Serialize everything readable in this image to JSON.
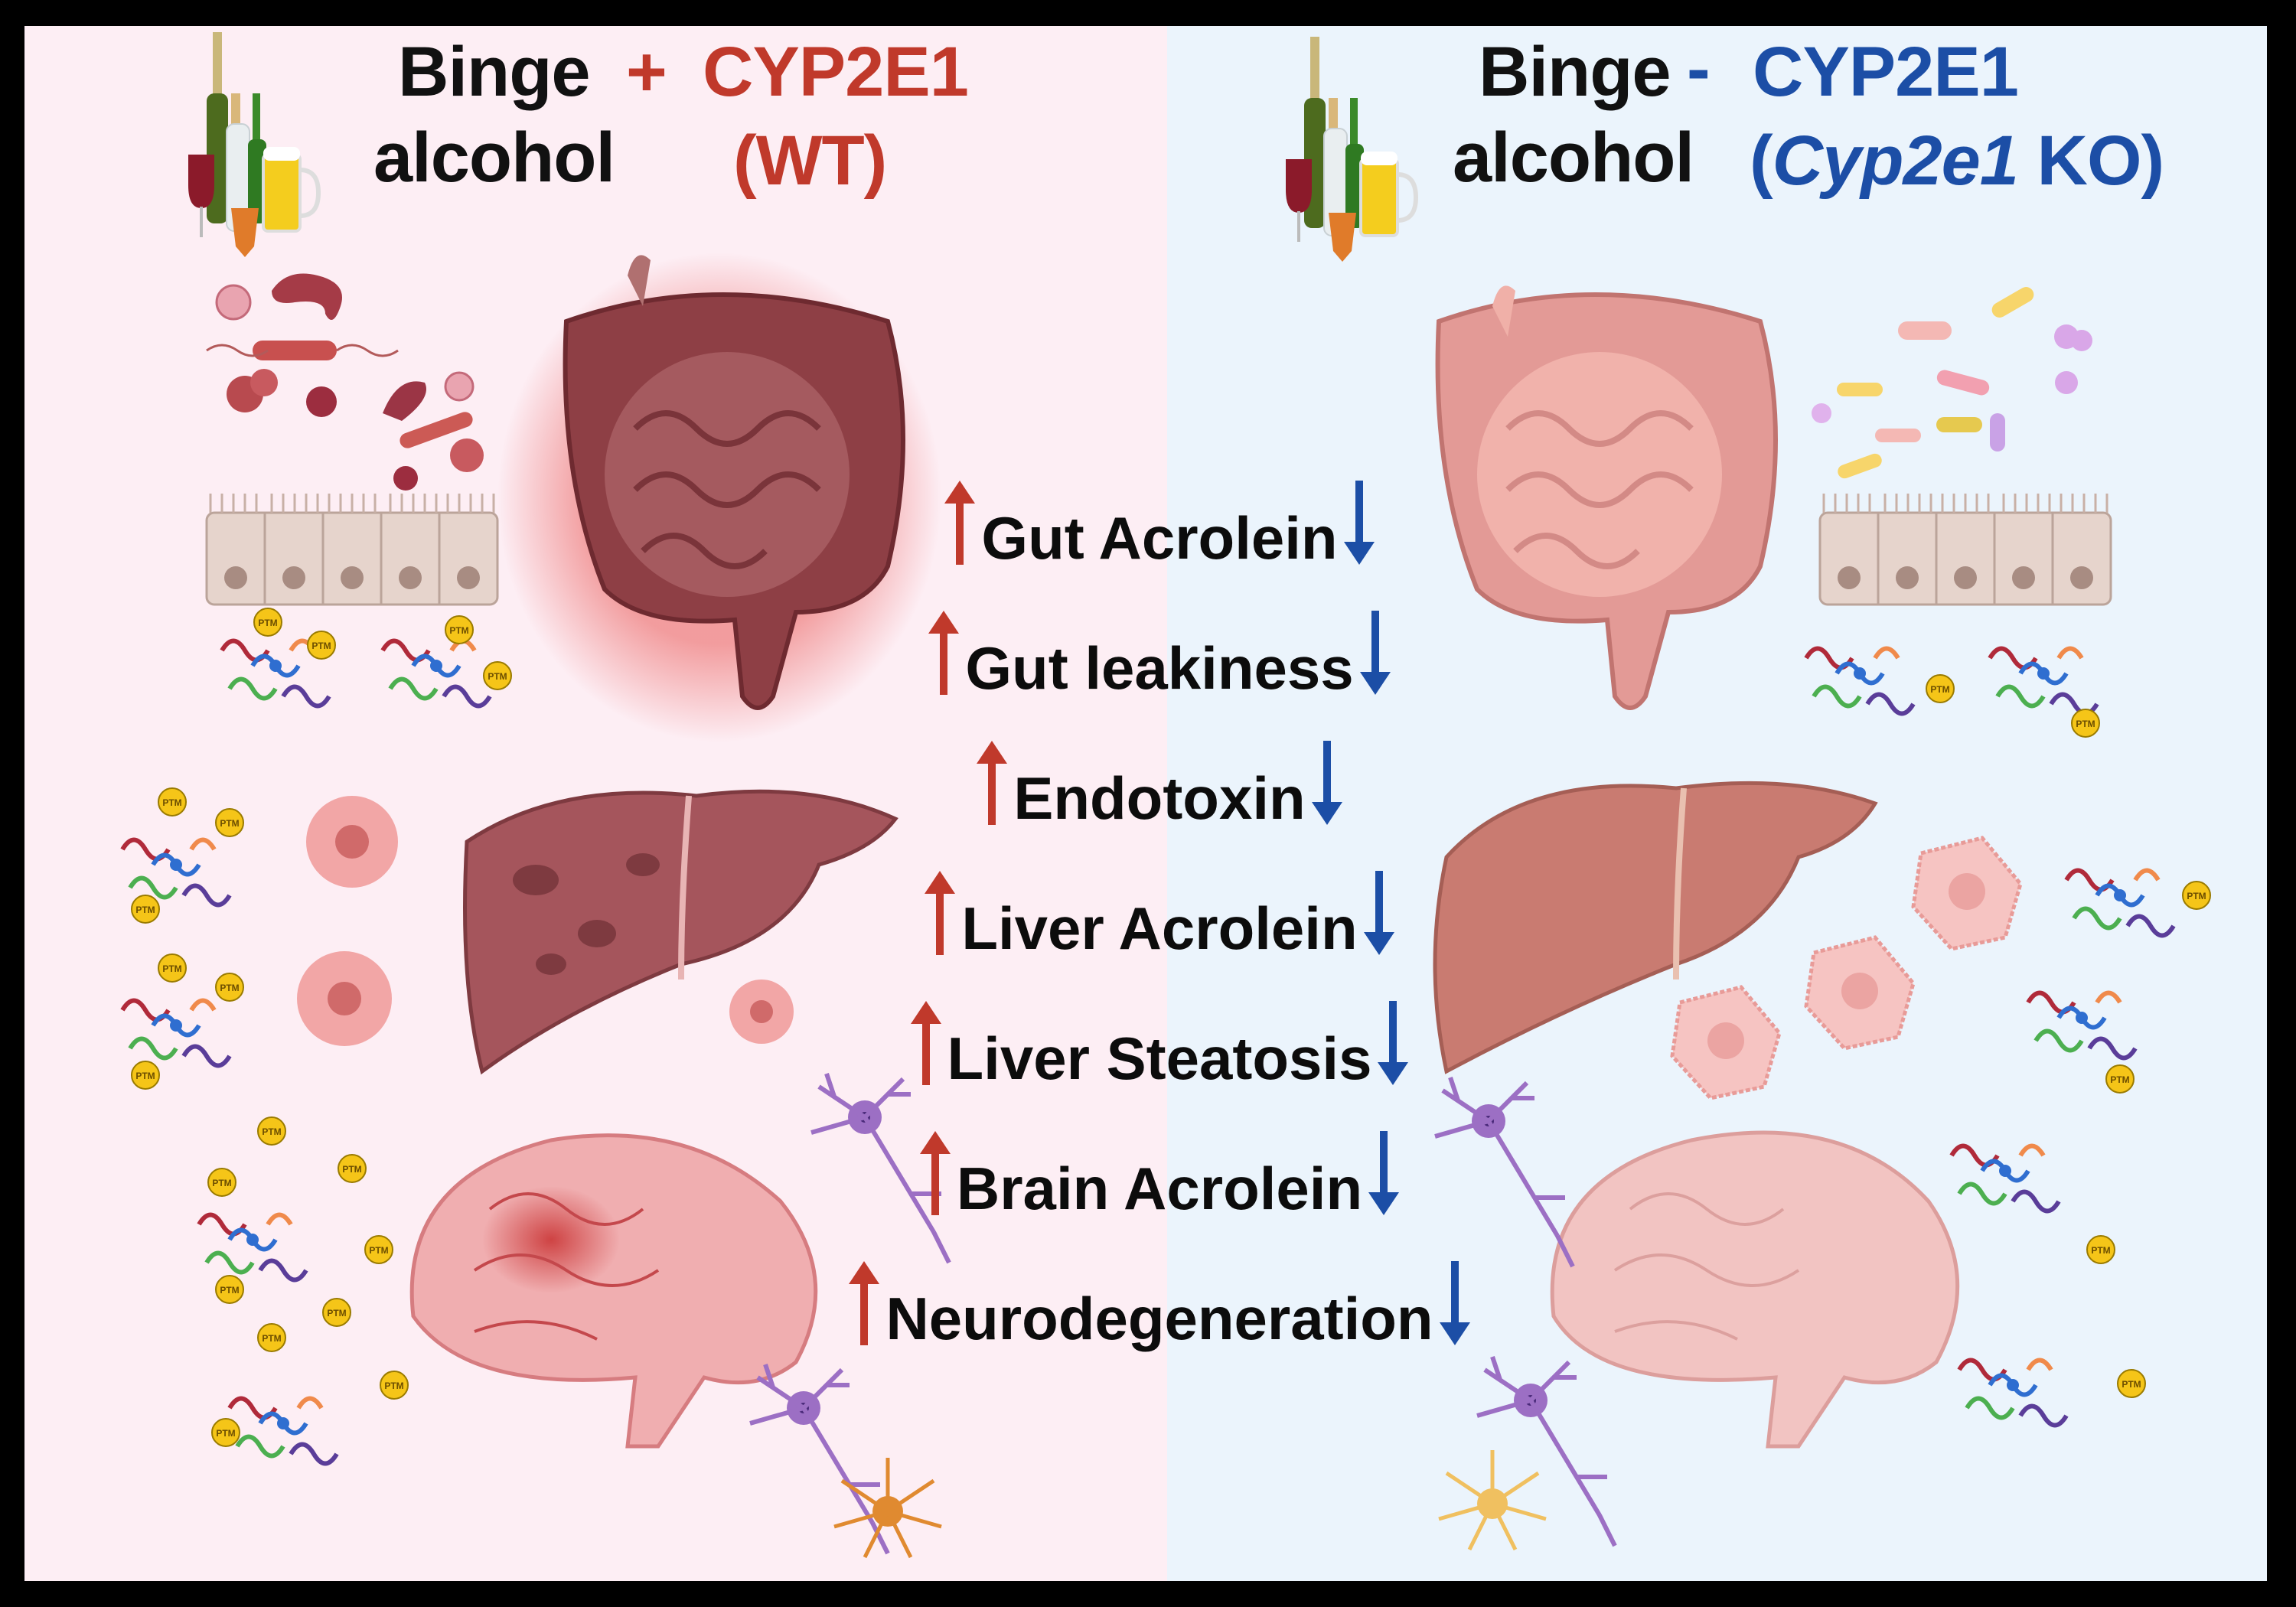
{
  "left": {
    "line1": "Binge",
    "line2": "alcohol",
    "sign": "+",
    "gene": "CYP2E1",
    "genotype": "(WT)",
    "bg_color": "#fdeef4",
    "accent_color": "#c0392b"
  },
  "right": {
    "line1": "Binge",
    "line2": "alcohol",
    "sign": "-",
    "gene": "CYP2E1",
    "genotype_open": "(",
    "genotype_italic": "Cyp2e1",
    "genotype_rest": " KO)",
    "bg_color": "#ebf4fc",
    "accent_color": "#1c4ea6"
  },
  "findings": [
    {
      "label": "Gut Acrolein",
      "left_arrow": "up",
      "right_arrow": "down"
    },
    {
      "label": "Gut leakiness",
      "left_arrow": "up",
      "right_arrow": "down"
    },
    {
      "label": "Endotoxin",
      "left_arrow": "up",
      "right_arrow": "down"
    },
    {
      "label": "Liver Acrolein",
      "left_arrow": "up",
      "right_arrow": "down"
    },
    {
      "label": "Liver Steatosis",
      "left_arrow": "up",
      "right_arrow": "down"
    },
    {
      "label": "Brain Acrolein",
      "left_arrow": "up",
      "right_arrow": "down"
    },
    {
      "label": "Neurodegeneration",
      "left_arrow": "up",
      "right_arrow": "down"
    }
  ],
  "protein_label": "PTM",
  "icons": [
    "alcohol-bottles-icon",
    "bacteria-icon",
    "epithelium-icon",
    "intestine-icon",
    "liver-icon",
    "brain-icon",
    "neuron-icon",
    "astrocyte-icon",
    "modified-protein-icon",
    "hepatocyte-icon"
  ]
}
